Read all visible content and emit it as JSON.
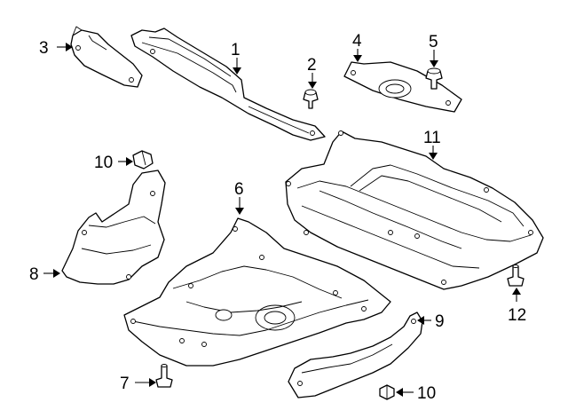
{
  "diagram": {
    "callouts": [
      {
        "id": "c1",
        "text": "1"
      },
      {
        "id": "c2",
        "text": "2"
      },
      {
        "id": "c3",
        "text": "3"
      },
      {
        "id": "c4",
        "text": "4"
      },
      {
        "id": "c5",
        "text": "5"
      },
      {
        "id": "c6",
        "text": "6"
      },
      {
        "id": "c7",
        "text": "7"
      },
      {
        "id": "c8",
        "text": "8"
      },
      {
        "id": "c9",
        "text": "9"
      },
      {
        "id": "c10a",
        "text": "10"
      },
      {
        "id": "c10b",
        "text": "10"
      },
      {
        "id": "c11",
        "text": "11"
      },
      {
        "id": "c12",
        "text": "12"
      }
    ]
  }
}
